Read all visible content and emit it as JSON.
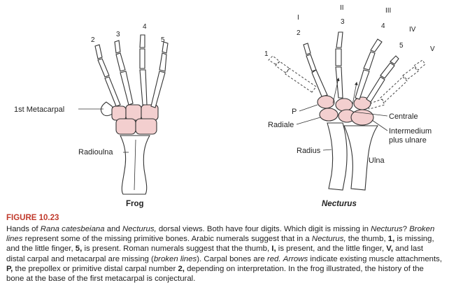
{
  "frog": {
    "title": "Frog",
    "digits": [
      "2",
      "3",
      "4",
      "5"
    ],
    "label_metacarpal": "1st Metacarpal",
    "label_radioulna": "Radioulna"
  },
  "necturus": {
    "title": "Necturus",
    "arabic": [
      "1",
      "2",
      "3",
      "4",
      "5"
    ],
    "roman": [
      "I",
      "II",
      "III",
      "IV",
      "V"
    ],
    "label_p": "P",
    "label_radiale": "Radiale",
    "label_centrale": "Centrale",
    "label_intermedium_1": "Intermedium",
    "label_intermedium_2": "plus ulnare",
    "label_radius": "Radius",
    "label_ulna": "Ulna"
  },
  "caption": {
    "heading": "FIGURE 10.23",
    "t1": "Hands of ",
    "t2": "Rana catesbeiana",
    "t3": " and ",
    "t4": "Necturus,",
    "t5": " dorsal views. Both have four digits. Which digit is missing in ",
    "t6": "Necturus",
    "t7": "? ",
    "t8": "Broken lines",
    "t9": " represent some of the missing primitive bones. Arabic numerals suggest that in a ",
    "t10": "Necturus,",
    "t11": " the thumb, ",
    "t12": "1,",
    "t13": " is missing, and the little finger, ",
    "t14": "5,",
    "t15": " is present. Roman numerals suggest that the thumb, ",
    "t16": "I,",
    "t17": " is present, and the little finger, ",
    "t18": "V,",
    "t19": " and last distal carpal and metacarpal are missing (",
    "t20": "broken lines",
    "t21": "). Carpal bones are ",
    "t22": "red.",
    "t23": " ",
    "t24": "Arrows",
    "t25": " indicate existing muscle attachments, ",
    "t26": "P,",
    "t27": " the prepollex or primitive distal carpal number ",
    "t28": "2,",
    "t29": " depending on interpretation. In the frog illustrated, the history of the bone at the base of the first metacarpal is conjectural."
  },
  "colors": {
    "carpal": "#f3cfcf",
    "heading": "#c0392b"
  }
}
